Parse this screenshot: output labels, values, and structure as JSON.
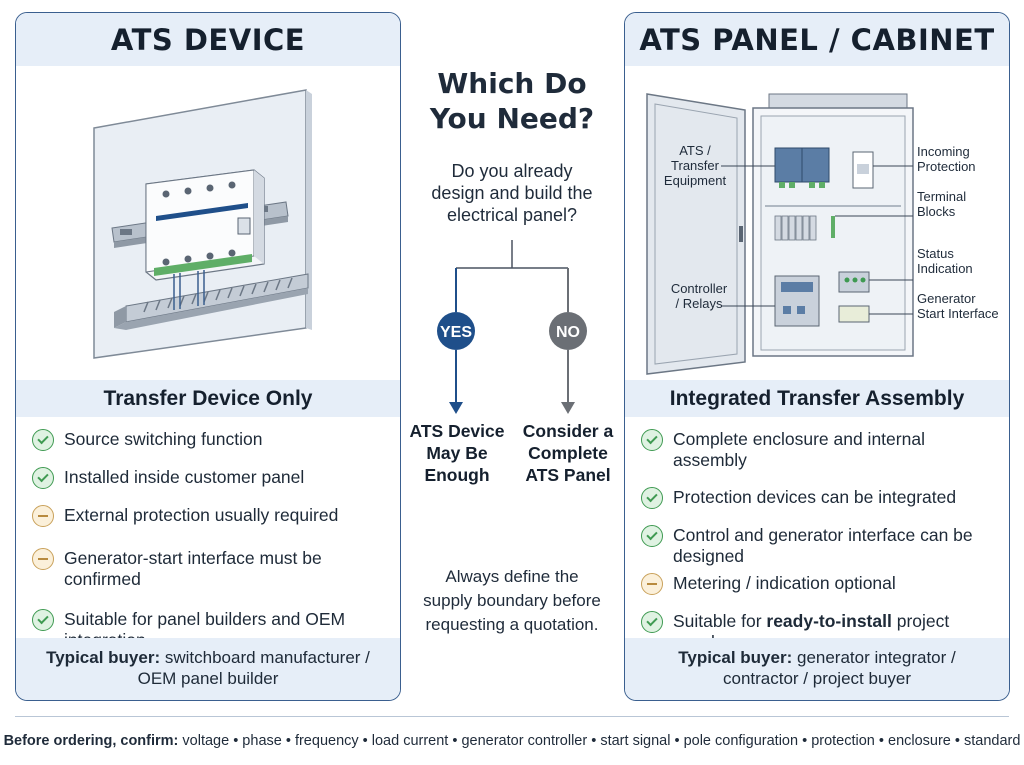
{
  "left_panel": {
    "title": "ATS DEVICE",
    "subtitle": "Transfer Device Only",
    "items": [
      {
        "icon": "check-icon",
        "text": "Source switching function"
      },
      {
        "icon": "check-icon",
        "text": "Installed inside customer panel"
      },
      {
        "icon": "minus-icon",
        "text": "External protection usually required"
      },
      {
        "icon": "minus-icon",
        "text": "Generator-start interface must be confirmed"
      },
      {
        "icon": "check-icon",
        "text": "Suitable for panel builders and OEM integration"
      }
    ],
    "buyer_label": "Typical buyer:",
    "buyer_text": "switchboard manufacturer /",
    "buyer_text_2": "OEM panel builder"
  },
  "center": {
    "title_line1": "Which Do",
    "title_line2": "You Need?",
    "question_line1": "Do you already",
    "question_line2": "design and build the",
    "question_line3": "electrical panel?",
    "yes_label": "YES",
    "no_label": "NO",
    "yes_outcome_line1": "ATS Device",
    "yes_outcome_line2": "May Be",
    "yes_outcome_line3": "Enough",
    "no_outcome_line1": "Consider a",
    "no_outcome_line2": "Complete",
    "no_outcome_line3": "ATS Panel",
    "note_line1": "Always define the",
    "note_line2": "supply boundary before",
    "note_line3": "requesting a quotation."
  },
  "right_panel": {
    "title": "ATS PANEL / CABINET",
    "subtitle": "Integrated Transfer Assembly",
    "callouts": {
      "ats_line1": "ATS /",
      "ats_line2": "Transfer",
      "ats_line3": "Equipment",
      "controller_line1": "Controller",
      "controller_line2": "/ Relays",
      "incoming_line1": "Incoming",
      "incoming_line2": "Protection",
      "terminal_line1": "Terminal",
      "terminal_line2": "Blocks",
      "status_line1": "Status",
      "status_line2": "Indication",
      "generator_line1": "Generator",
      "generator_line2": "Start Interface"
    },
    "items": [
      {
        "icon": "check-icon",
        "text": "Complete enclosure and internal assembly"
      },
      {
        "icon": "check-icon",
        "text": "Protection devices can be integrated"
      },
      {
        "icon": "check-icon",
        "text": "Control and generator interface can be designed"
      },
      {
        "icon": "minus-icon",
        "text": "Metering / indication optional"
      },
      {
        "icon": "check-icon",
        "text_prefix": "Suitable for ",
        "text_bold": "ready-to-install",
        "text_suffix": " project supply"
      }
    ],
    "buyer_label": "Typical buyer:",
    "buyer_text": "generator integrator /",
    "buyer_text_2": "contractor / project buyer"
  },
  "footer": {
    "label": "Before ordering, confirm:",
    "text": "voltage • phase • frequency • load current • generator controller • start signal • pole configuration • protection • enclosure • standard"
  },
  "colors": {
    "accent_blue": "#1f4f8a",
    "neutral_gray": "#6b6f75",
    "check_green": "#3f9a52",
    "warn_amber": "#c9a15a",
    "header_bg": "#e6eef8"
  }
}
